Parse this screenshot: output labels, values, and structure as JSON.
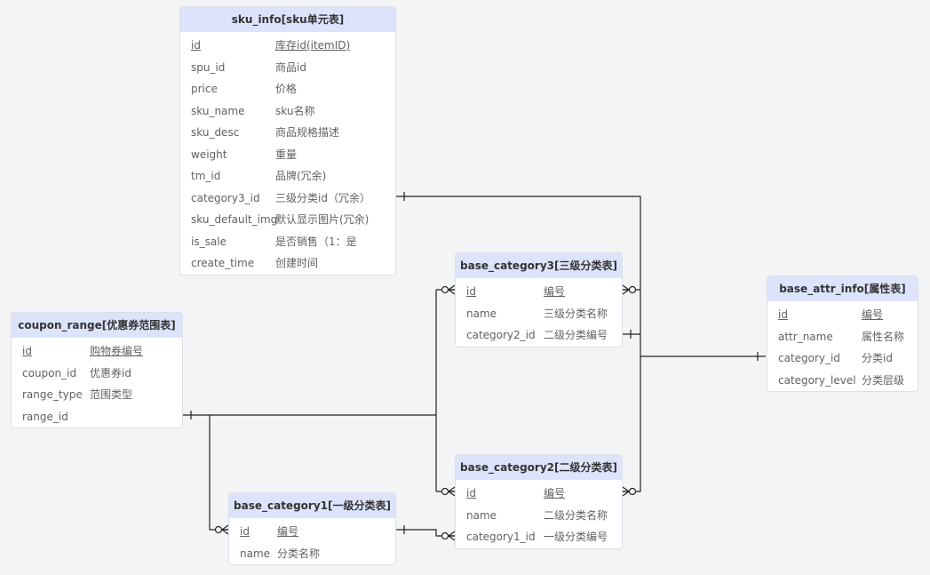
{
  "entities": [
    {
      "title": "sku_info[sku单元表]",
      "fields": [
        {
          "name": "id",
          "comment": "库存id(itemID)",
          "pk": true
        },
        {
          "name": "spu_id",
          "comment": "商品id"
        },
        {
          "name": "price",
          "comment": "价格"
        },
        {
          "name": "sku_name",
          "comment": "sku名称"
        },
        {
          "name": "sku_desc",
          "comment": "商品规格描述"
        },
        {
          "name": "weight",
          "comment": "重量"
        },
        {
          "name": "tm_id",
          "comment": "品牌(冗余)"
        },
        {
          "name": "category3_id",
          "comment": "三级分类id（冗余）"
        },
        {
          "name": "sku_default_img",
          "comment": "默认显示图片(冗余)"
        },
        {
          "name": "is_sale",
          "comment": "是否销售（1：是"
        },
        {
          "name": "create_time",
          "comment": "创建时间"
        }
      ]
    },
    {
      "title": "coupon_range[优惠券范围表]",
      "fields": [
        {
          "name": "id",
          "comment": "购物券编号",
          "pk": true
        },
        {
          "name": "coupon_id",
          "comment": "优惠券id"
        },
        {
          "name": "range_type",
          "comment": "范围类型"
        },
        {
          "name": "range_id",
          "comment": ""
        }
      ]
    },
    {
      "title": "base_category3[三级分类表]",
      "fields": [
        {
          "name": "id",
          "comment": "编号",
          "pk": true
        },
        {
          "name": "name",
          "comment": "三级分类名称"
        },
        {
          "name": "category2_id",
          "comment": "二级分类编号"
        }
      ]
    },
    {
      "title": "base_attr_info[属性表]",
      "fields": [
        {
          "name": "id",
          "comment": "编号",
          "pk": true
        },
        {
          "name": "attr_name",
          "comment": "属性名称"
        },
        {
          "name": "category_id",
          "comment": "分类id"
        },
        {
          "name": "category_level",
          "comment": "分类层级"
        }
      ]
    },
    {
      "title": "base_category2[二级分类表]",
      "fields": [
        {
          "name": "id",
          "comment": "编号",
          "pk": true
        },
        {
          "name": "name",
          "comment": "二级分类名称"
        },
        {
          "name": "category1_id",
          "comment": "一级分类编号"
        }
      ]
    },
    {
      "title": "base_category1[一级分类表]",
      "fields": [
        {
          "name": "id",
          "comment": "编号",
          "pk": true
        },
        {
          "name": "name",
          "comment": "分类名称"
        }
      ]
    }
  ],
  "colors": {
    "background": "#f2f4f5",
    "header": "#dde3fb",
    "border": "#dcdfe6",
    "line": "#222222",
    "text": "#606266",
    "title_text": "#333333"
  }
}
